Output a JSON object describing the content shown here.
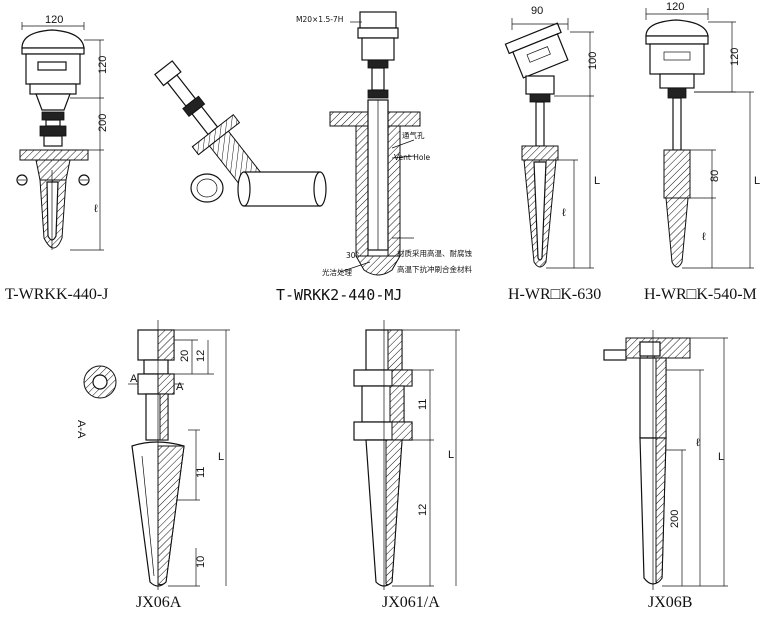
{
  "captions": {
    "d1": "T-WRKK-440-J",
    "d2": "T-WRKK2-440-MJ",
    "d3": "H-WR□K-630",
    "d4": "H-WR□K-540-M",
    "d5": "JX06A",
    "d6": "JX061/A",
    "d7": "JX06B"
  },
  "dims": {
    "d1_width": "120",
    "d1_h1": "120",
    "d1_h2": "200",
    "d1_l": "ℓ",
    "d2_thread": "M20×1.5-7H",
    "d2_vent_cn": "通气孔",
    "d2_vent_en": "Vent Hole",
    "d2_angle": "30°",
    "d2_note1": "材质采用高温、耐腐蚀",
    "d2_note2": "高温下抗冲刷合金材料",
    "d2_note3": "光洁处理",
    "d3_width": "90",
    "d3_h1": "100",
    "d3_L": "L",
    "d3_l": "ℓ",
    "d4_width": "120",
    "d4_h1": "120",
    "d4_h2": "80",
    "d4_L": "L",
    "d4_l": "ℓ",
    "d5_20": "20",
    "d5_12": "12",
    "d5_11": "11",
    "d5_10": "10",
    "d5_L": "L",
    "d5_section": "A-A",
    "d5_A": "A",
    "d6_11": "11",
    "d6_12": "12",
    "d6_L": "L",
    "d7_200": "200",
    "d7_L": "L",
    "d7_l": "ℓ"
  }
}
